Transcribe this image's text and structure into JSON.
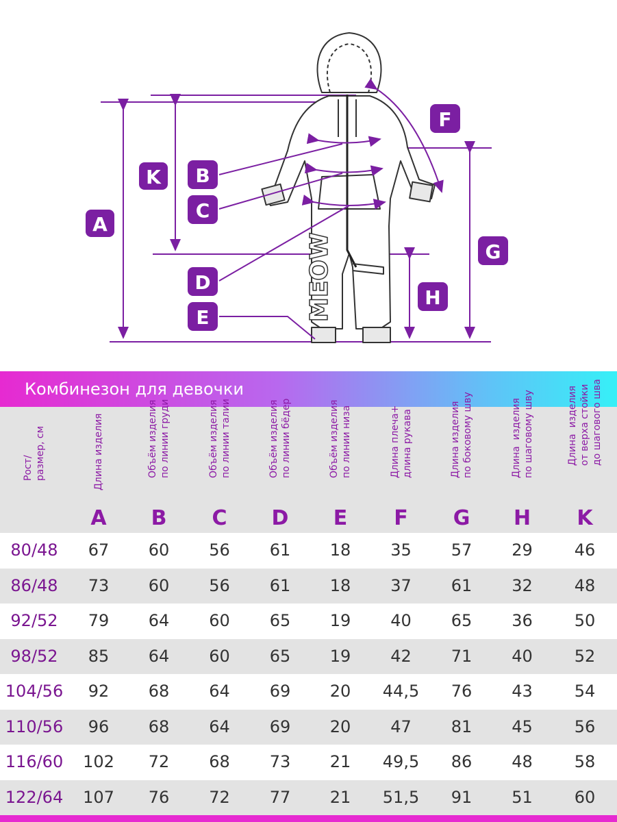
{
  "diagram": {
    "labels": [
      "A",
      "K",
      "B",
      "C",
      "D",
      "E",
      "F",
      "G",
      "H"
    ],
    "print_text": "MEOW",
    "accent": "#7b1fa2"
  },
  "table": {
    "title": "Комбинезон для девочки",
    "columns": [
      {
        "label": "Рост/\nразмер, см",
        "letter": ""
      },
      {
        "label": "Длина изделия",
        "letter": "A"
      },
      {
        "label": "Объём изделия\nпо линии груди",
        "letter": "B"
      },
      {
        "label": "Объём изделия\nпо линии талии",
        "letter": "C"
      },
      {
        "label": "Объём изделия\nпо линии бёдер",
        "letter": "D"
      },
      {
        "label": "Объём изделия\nпо линии низа",
        "letter": "E"
      },
      {
        "label": "Длина плеча+\nдлина рукава",
        "letter": "F"
      },
      {
        "label": "Длина изделия\nпо боковому шву",
        "letter": "G"
      },
      {
        "label": "Длина  изделия\nпо шаговому шву",
        "letter": "H"
      },
      {
        "label": "Длина  изделия\nот верха стойки\nдо шагового шва",
        "letter": "K"
      }
    ],
    "rows": [
      [
        "80/48",
        "67",
        "60",
        "56",
        "61",
        "18",
        "35",
        "57",
        "29",
        "46"
      ],
      [
        "86/48",
        "73",
        "60",
        "56",
        "61",
        "18",
        "37",
        "61",
        "32",
        "48"
      ],
      [
        "92/52",
        "79",
        "64",
        "60",
        "65",
        "19",
        "40",
        "65",
        "36",
        "50"
      ],
      [
        "98/52",
        "85",
        "64",
        "60",
        "65",
        "19",
        "42",
        "71",
        "40",
        "52"
      ],
      [
        "104/56",
        "92",
        "68",
        "64",
        "69",
        "20",
        "44,5",
        "76",
        "43",
        "54"
      ],
      [
        "110/56",
        "96",
        "68",
        "64",
        "69",
        "20",
        "47",
        "81",
        "45",
        "56"
      ],
      [
        "116/60",
        "102",
        "72",
        "68",
        "73",
        "21",
        "49,5",
        "86",
        "48",
        "58"
      ],
      [
        "122/64",
        "107",
        "76",
        "72",
        "77",
        "21",
        "51,5",
        "91",
        "51",
        "60"
      ]
    ]
  }
}
